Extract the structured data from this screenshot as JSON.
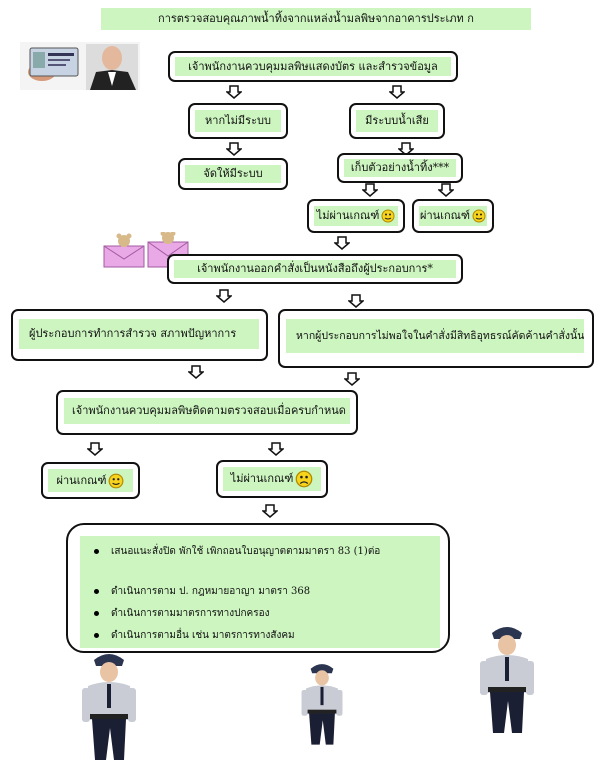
{
  "title": "การตรวจสอบคุณภาพน้ำทิ้งจากแหล่งน้ำมลพิษจากอาคารประเภท ก",
  "step1": "เจ้าพนักงานควบคุมมลพิษแสดงบัตร และสำรวจข้อมูล",
  "branch_no_system": "หากไม่มีระบบ",
  "branch_has_system": "มีระบบน้ำเสีย",
  "provide_system": "จัดให้มีระบบ",
  "collect_sample": "เก็บตัวอย่างน้ำทิ้ง***",
  "fail_1": "ไม่ผ่านเกณฑ์",
  "pass_1": "ผ่านเกณฑ์",
  "order": "เจ้าพนักงานออกคำสั่งเป็นหนังสือถึงผู้ประกอบการ*",
  "operator_fix": "ผู้ประกอบการทำการสำรวจ สภาพปัญหาการ",
  "operator_appeal": "หากผู้ประกอบการไม่พอใจในคำสั่งมีสิทธิอุทธรณ์คัดค้านคำสั่งนั้น",
  "followup": "เจ้าพนักงานควบคุมมลพิษติดตามตรวจสอบเมื่อครบกำหนด",
  "pass_2": "ผ่านเกณฑ์",
  "fail_2": "ไม่ผ่านเกณฑ์",
  "actions": [
    "เสนอแนะสั่งปิด พักใช้ เพิกถอนใบอนุญาตตามมาตรา 83 (1)ต่อ",
    "ดำเนินการตาม ป. กฎหมายอาญา มาตรา 368",
    "ดำเนินการตามมาตรการทางปกครอง",
    "ดำเนินการตามอื่น เช่น มาตรการทางสังคม"
  ],
  "colors": {
    "box_fill": "#cdf5c0",
    "border": "#111111",
    "envelope": "#e9a8e6"
  },
  "icons": [
    "officer-id-card-photo",
    "envelope-teddy-icon",
    "smiley-icon",
    "sad-face-icon",
    "security-guard-figure"
  ]
}
